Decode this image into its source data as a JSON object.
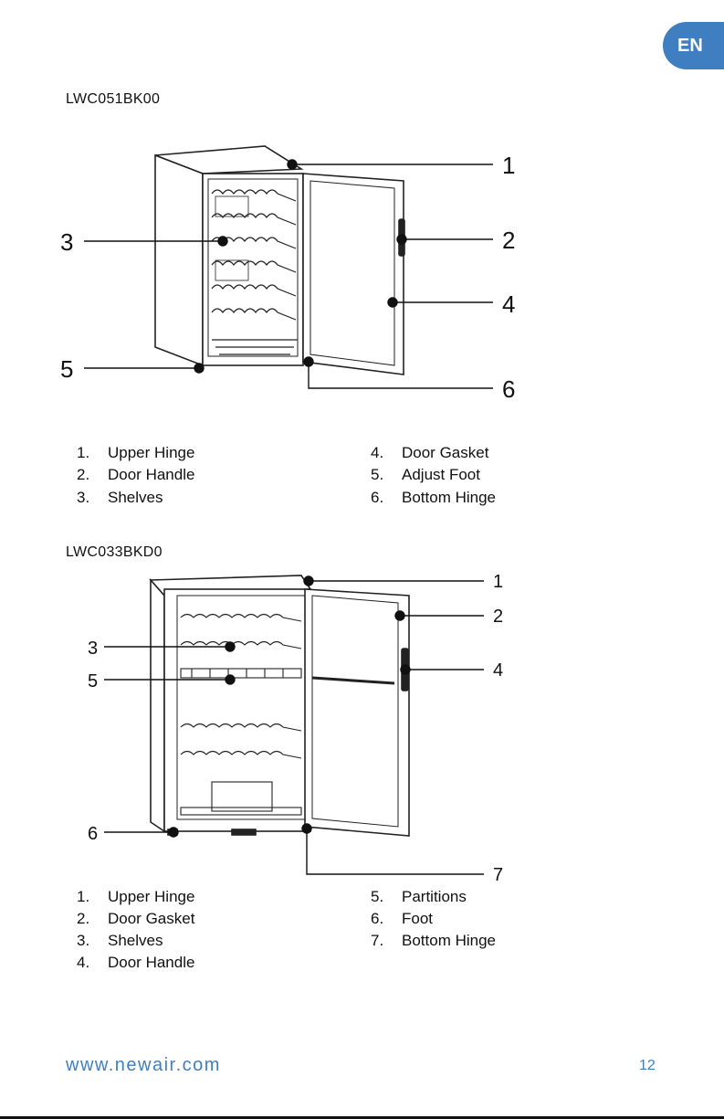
{
  "badge": {
    "language": "EN"
  },
  "section1": {
    "model": "LWC051BK00",
    "callouts": [
      "1",
      "2",
      "3",
      "4",
      "5",
      "6"
    ],
    "legend": [
      {
        "num": "1.",
        "label": "Upper Hinge"
      },
      {
        "num": "2.",
        "label": "Door Handle"
      },
      {
        "num": "3.",
        "label": "Shelves"
      },
      {
        "num": "4.",
        "label": "Door Gasket"
      },
      {
        "num": "5.",
        "label": "Adjust Foot"
      },
      {
        "num": "6.",
        "label": "Bottom Hinge"
      }
    ]
  },
  "section2": {
    "model": "LWC033BKD0",
    "callouts": [
      "1",
      "2",
      "3",
      "4",
      "5",
      "6",
      "7"
    ],
    "legend": [
      {
        "num": "1.",
        "label": "Upper Hinge"
      },
      {
        "num": "2.",
        "label": "Door Gasket"
      },
      {
        "num": "3.",
        "label": "Shelves"
      },
      {
        "num": "4.",
        "label": "Door Handle"
      },
      {
        "num": "5.",
        "label": "Partitions"
      },
      {
        "num": "6.",
        "label": "Foot"
      },
      {
        "num": "7.",
        "label": "Bottom Hinge"
      }
    ]
  },
  "footer": {
    "website": "www.newair.com",
    "page_number": "12"
  }
}
